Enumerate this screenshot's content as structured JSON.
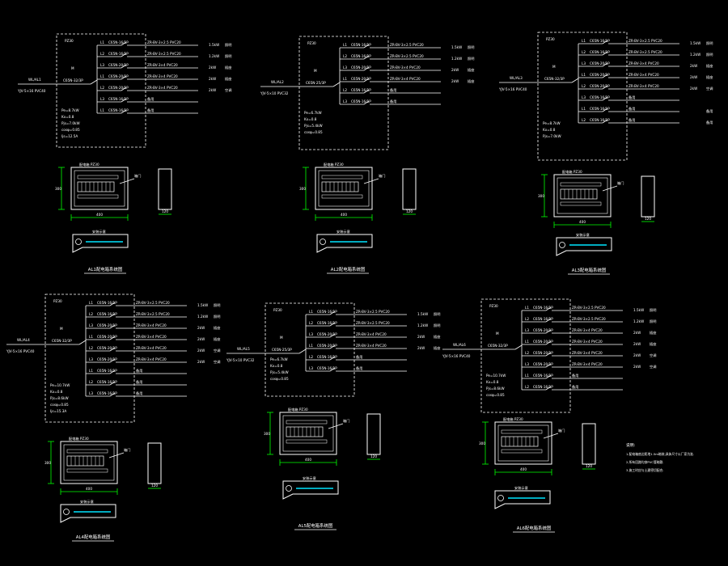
{
  "colors": {
    "background": "#000000",
    "line": "#ffffff",
    "dim": "#00ff00",
    "accent": "#00e5ff",
    "dashed": "#ffffff"
  },
  "panels": [
    {
      "id": "AL1",
      "title": "AL1配电箱系统图",
      "box_label": "PZ30",
      "incoming": "WL/AL1",
      "incoming_cable": "YJV-5×16 PVC40",
      "main_breaker": "C65N-32/3P",
      "outgoing": [
        {
          "circuit": "L1",
          "breaker": "C65N-16/1P",
          "cable": "ZR-BV-3×2.5 PVC20",
          "load": "1.5kW",
          "use": "照明"
        },
        {
          "circuit": "L2",
          "breaker": "C65N-16/1P",
          "cable": "ZR-BV-3×2.5 PVC20",
          "load": "1.2kW",
          "use": "照明"
        },
        {
          "circuit": "L3",
          "breaker": "C65N-20/1P",
          "cable": "ZR-BV-3×4 PVC20",
          "load": "2kW",
          "use": "插座"
        },
        {
          "circuit": "L1",
          "breaker": "C65N-20/1P",
          "cable": "ZR-BV-3×4 PVC20",
          "load": "2kW",
          "use": "插座"
        },
        {
          "circuit": "L2",
          "breaker": "C65N-20/1P",
          "cable": "ZR-BV-3×4 PVC20",
          "load": "2kW",
          "use": "空调"
        },
        {
          "circuit": "L3",
          "breaker": "C65N-16/1P",
          "cable": "备用",
          "load": "",
          "use": ""
        },
        {
          "circuit": "L1",
          "breaker": "C65N-16/1P",
          "cable": "备用",
          "load": "",
          "use": ""
        }
      ],
      "meta": [
        "Pe=8.7kW",
        "Kx=0.8",
        "Pjs=7.0kW",
        "cosφ=0.85",
        "Ijs=12.5A"
      ]
    },
    {
      "id": "AL2",
      "title": "AL2配电箱系统图",
      "box_label": "PZ30",
      "incoming": "WL/AL2",
      "incoming_cable": "YJV-5×10 PVC32",
      "main_breaker": "C65N-25/3P",
      "outgoing": [
        {
          "circuit": "L1",
          "breaker": "C65N-16/1P",
          "cable": "ZR-BV-3×2.5 PVC20",
          "load": "1.5kW",
          "use": "照明"
        },
        {
          "circuit": "L2",
          "breaker": "C65N-16/1P",
          "cable": "ZR-BV-3×2.5 PVC20",
          "load": "1.2kW",
          "use": "照明"
        },
        {
          "circuit": "L3",
          "breaker": "C65N-20/1P",
          "cable": "ZR-BV-3×4 PVC20",
          "load": "2kW",
          "use": "插座"
        },
        {
          "circuit": "L1",
          "breaker": "C65N-20/1P",
          "cable": "ZR-BV-3×4 PVC20",
          "load": "2kW",
          "use": "插座"
        },
        {
          "circuit": "L2",
          "breaker": "C65N-16/1P",
          "cable": "备用",
          "load": "",
          "use": ""
        },
        {
          "circuit": "L3",
          "breaker": "C65N-16/1P",
          "cable": "备用",
          "load": "",
          "use": ""
        }
      ],
      "meta": [
        "Pe=6.7kW",
        "Kx=0.8",
        "Pjs=5.4kW",
        "cosφ=0.85"
      ]
    },
    {
      "id": "AL3",
      "title": "AL3配电箱系统图",
      "box_label": "PZ30",
      "incoming": "WL/AL3",
      "incoming_cable": "YJV-5×16 PVC40",
      "main_breaker": "C65N-32/3P",
      "outgoing": [
        {
          "circuit": "L1",
          "breaker": "C65N-16/1P",
          "cable": "ZR-BV-3×2.5 PVC20",
          "load": "1.5kW",
          "use": "照明"
        },
        {
          "circuit": "L2",
          "breaker": "C65N-16/1P",
          "cable": "ZR-BV-3×2.5 PVC20",
          "load": "1.2kW",
          "use": "照明"
        },
        {
          "circuit": "L3",
          "breaker": "C65N-20/1P",
          "cable": "ZR-BV-3×4 PVC20",
          "load": "2kW",
          "use": "插座"
        },
        {
          "circuit": "L1",
          "breaker": "C65N-20/1P",
          "cable": "ZR-BV-3×4 PVC20",
          "load": "2kW",
          "use": "插座"
        },
        {
          "circuit": "L2",
          "breaker": "C65N-20/1P",
          "cable": "ZR-BV-3×4 PVC20",
          "load": "2kW",
          "use": "空调"
        },
        {
          "circuit": "L3",
          "breaker": "C65N-16/1P",
          "cable": "备用",
          "load": "",
          "use": ""
        },
        {
          "circuit": "L1",
          "breaker": "C65N-16/1P",
          "cable": "备用",
          "load": "",
          "use": "备用"
        },
        {
          "circuit": "L2",
          "breaker": "C65N-16/1P",
          "cable": "备用",
          "load": "",
          "use": "备用"
        }
      ],
      "meta": [
        "Pe=8.7kW",
        "Kx=0.8",
        "Pjs=7.0kW"
      ]
    },
    {
      "id": "AL4",
      "title": "AL4配电箱系统图",
      "box_label": "PZ30",
      "incoming": "WL/AL4",
      "incoming_cable": "YJV-5×16 PVC40",
      "main_breaker": "C65N-32/3P",
      "outgoing": [
        {
          "circuit": "L1",
          "breaker": "C65N-16/1P",
          "cable": "ZR-BV-3×2.5 PVC20",
          "load": "1.5kW",
          "use": "照明"
        },
        {
          "circuit": "L2",
          "breaker": "C65N-16/1P",
          "cable": "ZR-BV-3×2.5 PVC20",
          "load": "1.2kW",
          "use": "照明"
        },
        {
          "circuit": "L3",
          "breaker": "C65N-20/1P",
          "cable": "ZR-BV-3×4 PVC20",
          "load": "2kW",
          "use": "插座"
        },
        {
          "circuit": "L1",
          "breaker": "C65N-20/1P",
          "cable": "ZR-BV-3×4 PVC20",
          "load": "2kW",
          "use": "插座"
        },
        {
          "circuit": "L2",
          "breaker": "C65N-20/1P",
          "cable": "ZR-BV-3×4 PVC20",
          "load": "2kW",
          "use": "空调"
        },
        {
          "circuit": "L3",
          "breaker": "C65N-20/1P",
          "cable": "ZR-BV-3×4 PVC20",
          "load": "2kW",
          "use": "空调"
        },
        {
          "circuit": "L1",
          "breaker": "C65N-16/1P",
          "cable": "备用",
          "load": "",
          "use": ""
        },
        {
          "circuit": "L2",
          "breaker": "C65N-16/1P",
          "cable": "备用",
          "load": "",
          "use": ""
        },
        {
          "circuit": "L3",
          "breaker": "C65N-16/1P",
          "cable": "备用",
          "load": "",
          "use": ""
        }
      ],
      "meta": [
        "Pe=10.7kW",
        "Kx=0.8",
        "Pjs=8.6kW",
        "cosφ=0.85",
        "Ijs=15.3A"
      ]
    },
    {
      "id": "AL5",
      "title": "AL5配电箱系统图",
      "box_label": "PZ30",
      "incoming": "WL/AL5",
      "incoming_cable": "YJV-5×10 PVC32",
      "main_breaker": "C65N-25/3P",
      "outgoing": [
        {
          "circuit": "L1",
          "breaker": "C65N-16/1P",
          "cable": "ZR-BV-3×2.5 PVC20",
          "load": "1.5kW",
          "use": "照明"
        },
        {
          "circuit": "L2",
          "breaker": "C65N-16/1P",
          "cable": "ZR-BV-3×2.5 PVC20",
          "load": "1.2kW",
          "use": "照明"
        },
        {
          "circuit": "L3",
          "breaker": "C65N-20/1P",
          "cable": "ZR-BV-3×4 PVC20",
          "load": "2kW",
          "use": "插座"
        },
        {
          "circuit": "L1",
          "breaker": "C65N-20/1P",
          "cable": "ZR-BV-3×4 PVC20",
          "load": "2kW",
          "use": "插座"
        },
        {
          "circuit": "L2",
          "breaker": "C65N-16/1P",
          "cable": "备用",
          "load": "",
          "use": ""
        },
        {
          "circuit": "L3",
          "breaker": "C65N-16/1P",
          "cable": "备用",
          "load": "",
          "use": ""
        }
      ],
      "meta": [
        "Pe=6.7kW",
        "Kx=0.8",
        "Pjs=5.4kW",
        "cosφ=0.85"
      ]
    },
    {
      "id": "AL6",
      "title": "AL6配电箱系统图",
      "box_label": "PZ30",
      "incoming": "WL/AL6",
      "incoming_cable": "YJV-5×16 PVC40",
      "main_breaker": "C65N-32/3P",
      "outgoing": [
        {
          "circuit": "L1",
          "breaker": "C65N-16/1P",
          "cable": "ZR-BV-3×2.5 PVC20",
          "load": "1.5kW",
          "use": "照明"
        },
        {
          "circuit": "L2",
          "breaker": "C65N-16/1P",
          "cable": "ZR-BV-3×2.5 PVC20",
          "load": "1.2kW",
          "use": "照明"
        },
        {
          "circuit": "L3",
          "breaker": "C65N-20/1P",
          "cable": "ZR-BV-3×4 PVC20",
          "load": "2kW",
          "use": "插座"
        },
        {
          "circuit": "L1",
          "breaker": "C65N-20/1P",
          "cable": "ZR-BV-3×4 PVC20",
          "load": "2kW",
          "use": "插座"
        },
        {
          "circuit": "L2",
          "breaker": "C65N-20/1P",
          "cable": "ZR-BV-3×4 PVC20",
          "load": "2kW",
          "use": "空调"
        },
        {
          "circuit": "L3",
          "breaker": "C65N-20/1P",
          "cable": "ZR-BV-3×4 PVC20",
          "load": "2kW",
          "use": "空调"
        },
        {
          "circuit": "L1",
          "breaker": "C65N-16/1P",
          "cable": "备用",
          "load": "",
          "use": ""
        },
        {
          "circuit": "L2",
          "breaker": "C65N-16/1P",
          "cable": "备用",
          "load": "",
          "use": ""
        }
      ],
      "meta": [
        "Pe=10.7kW",
        "Kx=0.8",
        "Pjs=8.6kW",
        "cosφ=0.85"
      ]
    }
  ],
  "enclosure": {
    "label": "配电箱 PZ30",
    "door_label": "箱门",
    "width_label": "400",
    "height_label": "300",
    "depth_label": "120",
    "section_label": "安装示意"
  },
  "notes": {
    "heading": "说明:",
    "lines": [
      "1.配电箱底边距地1.5m暗装,具体尺寸以厂家为准.",
      "2.所有回路均穿PVC管暗敷.",
      "3.施工时应与土建密切配合."
    ]
  }
}
